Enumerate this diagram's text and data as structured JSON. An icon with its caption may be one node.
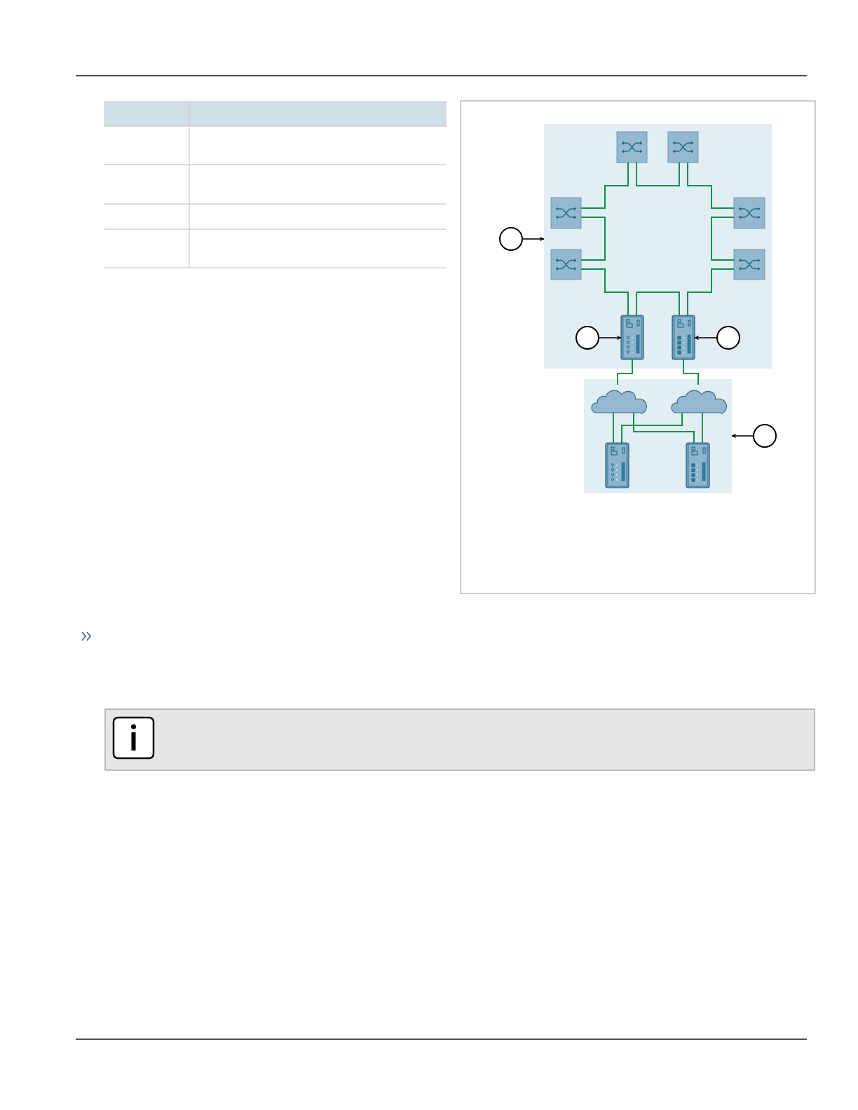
{
  "diagram": {
    "nodes": [
      {
        "text": [],
        "shape": "box"
      },
      {
        "text": [],
        "shape": "box",
        "in": 0
      },
      {
        "text": [],
        "shape": "box",
        "in": 0
      },
      {
        "text": [],
        "shape": "box",
        "in": 0
      },
      {
        "text": [],
        "shape": "box",
        "in": 0
      },
      {
        "text": [],
        "shape": "box",
        "in": 0
      },
      {
        "text": [],
        "shape": "box",
        "in": 0
      },
      {
        "text": [],
        "shape": "picture",
        "in": 0
      },
      {
        "text": [],
        "shape": "picture",
        "in": 0
      },
      {
        "text": [],
        "shape": "box"
      },
      {
        "text": [],
        "shape": "cloud",
        "in": 9
      },
      {
        "text": [],
        "shape": "cloud",
        "in": 9
      },
      {
        "text": [],
        "shape": "picture",
        "in": 9
      },
      {
        "text": [],
        "shape": "picture",
        "in": 9
      },
      {
        "text": [],
        "shape": "circle"
      },
      {
        "text": [],
        "shape": "circle",
        "in": 0
      },
      {
        "text": [],
        "shape": "circle",
        "in": 0
      },
      {
        "text": [],
        "shape": "circle"
      }
    ],
    "edges": [
      {
        "from": 1,
        "to": 3,
        "arrow": "none"
      },
      {
        "from": 1,
        "to": 2,
        "arrow": "none"
      },
      {
        "from": 2,
        "to": 4,
        "arrow": "none"
      },
      {
        "from": 3,
        "to": 5,
        "arrow": "none"
      },
      {
        "from": 4,
        "to": 6,
        "arrow": "none"
      },
      {
        "from": 5,
        "to": 7,
        "arrow": "none"
      },
      {
        "from": 7,
        "to": 8,
        "arrow": "none"
      },
      {
        "from": 6,
        "to": 8,
        "arrow": "none"
      },
      {
        "from": 7,
        "to": 10,
        "arrow": "none"
      },
      {
        "from": 8,
        "to": 11,
        "arrow": "none"
      },
      {
        "from": 10,
        "to": 12,
        "arrow": "none"
      },
      {
        "from": 10,
        "to": 13,
        "arrow": "none"
      },
      {
        "from": 11,
        "to": 12,
        "arrow": "none"
      },
      {
        "from": 11,
        "to": 13,
        "arrow": "none"
      },
      {
        "from": 14,
        "to": 0,
        "arrow": "to",
        "color": "#000000"
      },
      {
        "from": 15,
        "to": 7,
        "arrow": "to",
        "color": "#000000"
      },
      {
        "from": 16,
        "to": 8,
        "arrow": "to",
        "color": "#000000"
      },
      {
        "from": 17,
        "to": 9,
        "arrow": "to",
        "color": "#000000"
      }
    ]
  }
}
